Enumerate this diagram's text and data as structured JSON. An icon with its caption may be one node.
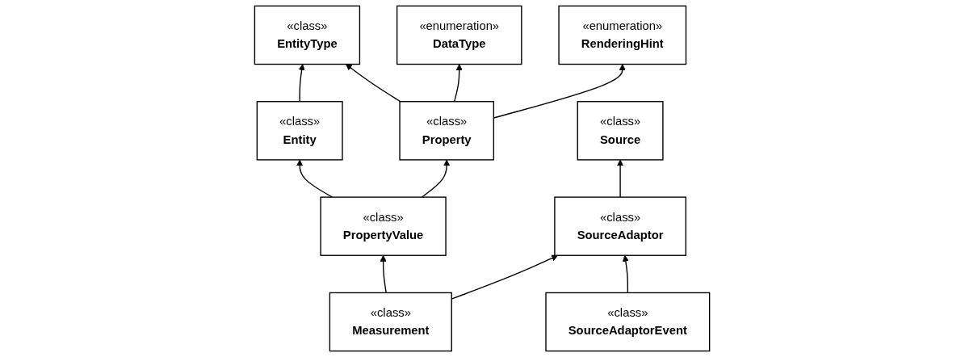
{
  "diagram": {
    "nodes": [
      {
        "text": [
          "«class»",
          "EntityType"
        ]
      },
      {
        "text": [
          "«class»",
          "Entity"
        ]
      },
      {
        "text": [
          "«class»",
          "Source"
        ]
      },
      {
        "text": [
          "«class»",
          "Property"
        ]
      },
      {
        "text": [
          "«class»",
          "PropertyValue"
        ]
      },
      {
        "text": [
          "«class»",
          "Measurement"
        ]
      },
      {
        "text": [
          "«class»",
          "SourceAdaptor"
        ]
      },
      {
        "text": [
          "«enumeration»",
          "DataType"
        ]
      },
      {
        "text": [
          "«class»",
          "SourceAdaptorEvent"
        ]
      },
      {
        "text": [
          "«enumeration»",
          "RenderingHint"
        ]
      }
    ],
    "edges": [
      {
        "from": 1,
        "to": 0,
        "arrow": "to"
      },
      {
        "from": 3,
        "to": 0,
        "arrow": "to"
      },
      {
        "from": 4,
        "to": 1,
        "arrow": "to"
      },
      {
        "from": 4,
        "to": 3,
        "arrow": "to"
      },
      {
        "from": 5,
        "to": 4,
        "arrow": "to"
      },
      {
        "from": 5,
        "to": 6,
        "arrow": "to"
      },
      {
        "from": 6,
        "to": 2,
        "arrow": "to"
      },
      {
        "from": 3,
        "to": 7,
        "arrow": "to"
      },
      {
        "from": 8,
        "to": 6,
        "arrow": "to"
      },
      {
        "from": 3,
        "to": 9,
        "arrow": "to"
      }
    ]
  }
}
